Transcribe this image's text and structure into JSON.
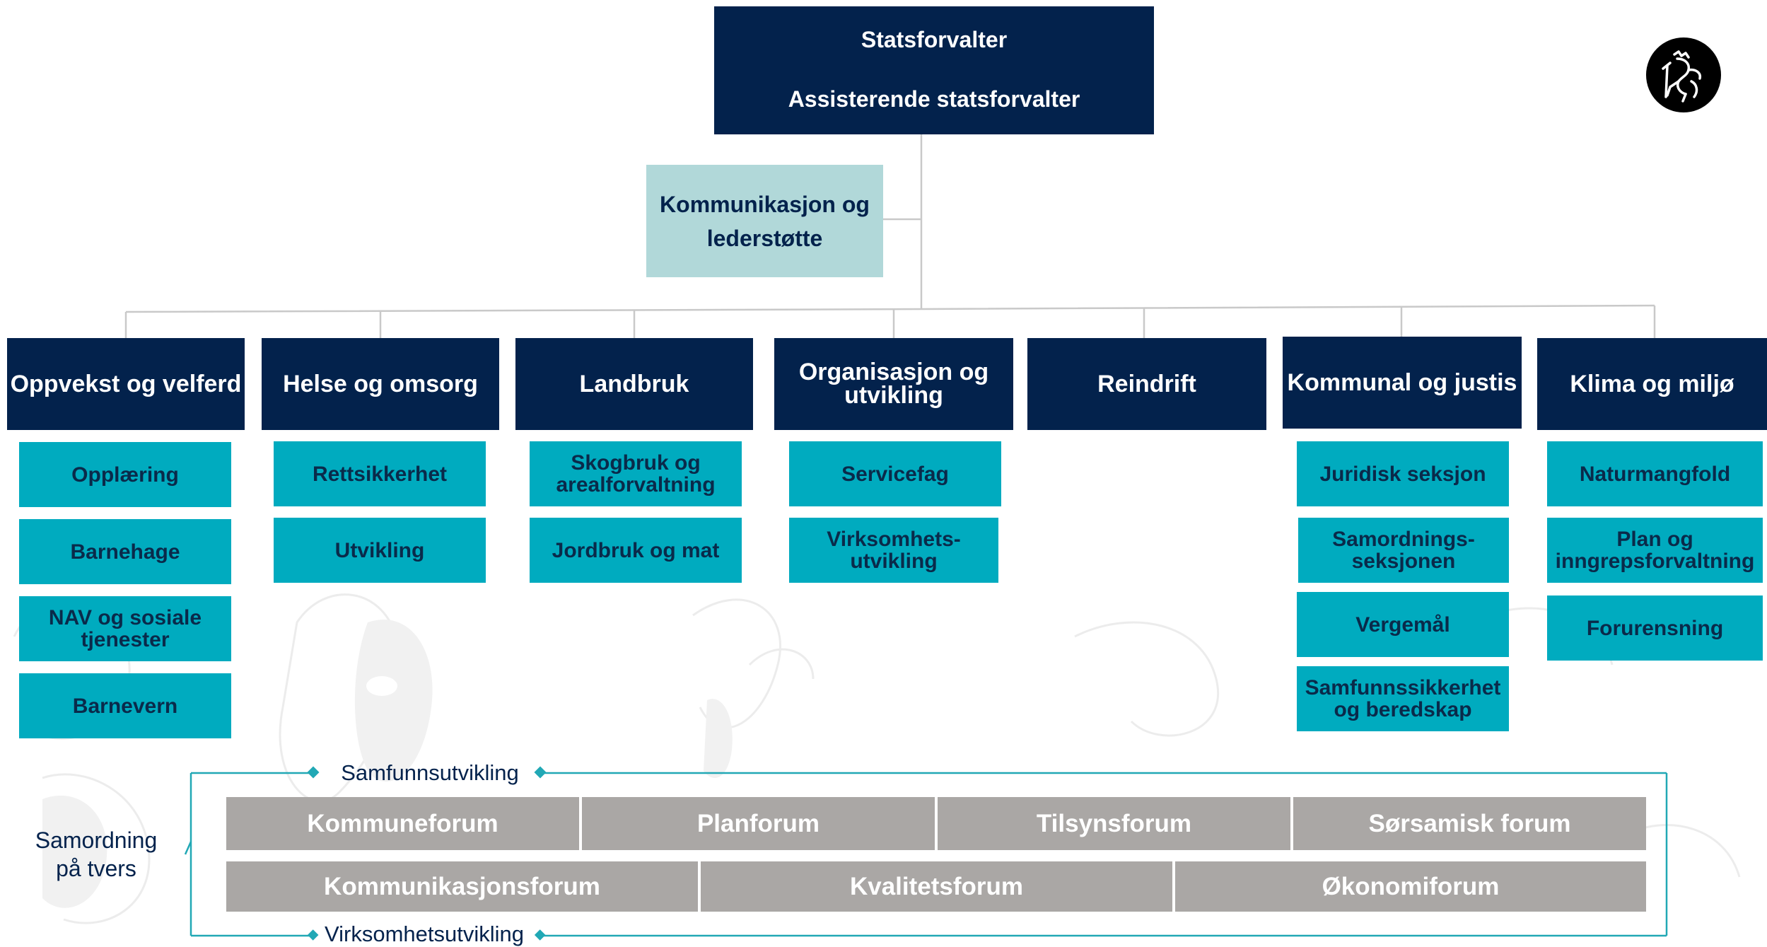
{
  "top": {
    "line1": "Statsforvalter",
    "line2": "Assisterende statsforvalter"
  },
  "staff_unit": {
    "label": "Kommunikasjon og lederstøtte"
  },
  "emblem": {
    "icon": "norwegian-lion-emblem-icon"
  },
  "departments": [
    {
      "name": "Oppvekst og velferd",
      "sections": [
        "Opplæring",
        "Barnehage",
        "NAV og sosiale tjenester",
        "Barnevern"
      ]
    },
    {
      "name": "Helse og omsorg",
      "sections": [
        "Rettsikkerhet",
        "Utvikling"
      ]
    },
    {
      "name": "Landbruk",
      "sections": [
        "Skogbruk og arealforvaltning",
        "Jordbruk og mat"
      ]
    },
    {
      "name": "Organisasjon og utvikling",
      "sections": [
        "Servicefag",
        "Virksomhets-utvikling"
      ]
    },
    {
      "name": "Reindrift",
      "sections": []
    },
    {
      "name": "Kommunal og justis",
      "sections": [
        "Juridisk seksjon",
        "Samordnings-seksjonen",
        "Vergemål",
        "Samfunnssikkerhet og beredskap"
      ]
    },
    {
      "name": "Klima og miljø",
      "sections": [
        "Naturmangfold",
        "Plan og inngrepsforvaltning",
        "Forurensning"
      ]
    }
  ],
  "coordination": {
    "label": "Samordning på tvers",
    "top_label": "Samfunnsutvikling",
    "bottom_label": "Virksomhetsutvikling",
    "forums_row1": [
      "Kommuneforum",
      "Planforum",
      "Tilsynsforum",
      "Sørsamisk forum"
    ],
    "forums_row2": [
      "Kommunikasjonsforum",
      "Kvalitetsforum",
      "Økonomiforum"
    ]
  }
}
